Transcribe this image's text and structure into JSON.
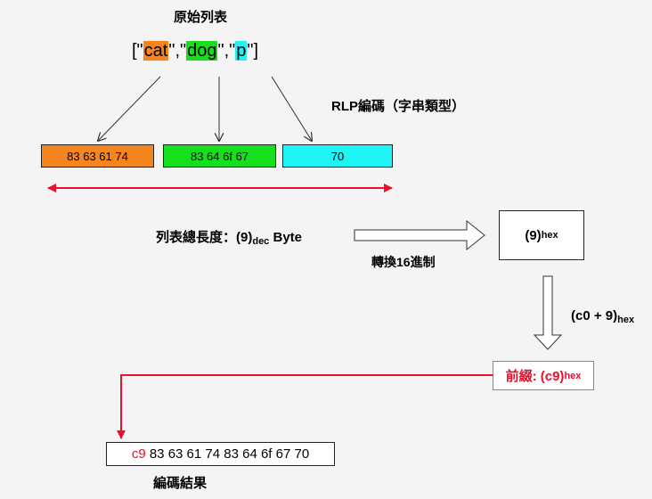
{
  "title": "原始列表",
  "list": {
    "open": "[\"",
    "items": [
      "cat",
      "dog",
      "p"
    ],
    "sep": "\",\"",
    "close": "\"]"
  },
  "rlp_label": "RLP編碼（字串類型）",
  "encodings": [
    {
      "text": "83 63 61 74",
      "color": "#f6851f"
    },
    {
      "text": "83 64 6f 67",
      "color": "#16e01d"
    },
    {
      "text": "70",
      "color": "#1ff3f3"
    }
  ],
  "length": {
    "prefix": "列表總長度：(9)",
    "sub": "dec",
    "suffix": " Byte"
  },
  "convert_label": "轉換16進制",
  "hex_box": {
    "main": "(9)",
    "sub": "hex"
  },
  "c09": {
    "main": "(c0 + 9)",
    "sub": "hex"
  },
  "prefix": {
    "main": "前綴: (c9)",
    "sub": "hex"
  },
  "result": {
    "prefix": "c9",
    "rest": " 83 63 61 74 83 64 6f 67 70"
  },
  "result_title": "編碼結果",
  "colors": {
    "accent_red": "#e8102a",
    "cat": "#f6851f",
    "dog": "#16e01d",
    "p": "#1ff3f3"
  }
}
